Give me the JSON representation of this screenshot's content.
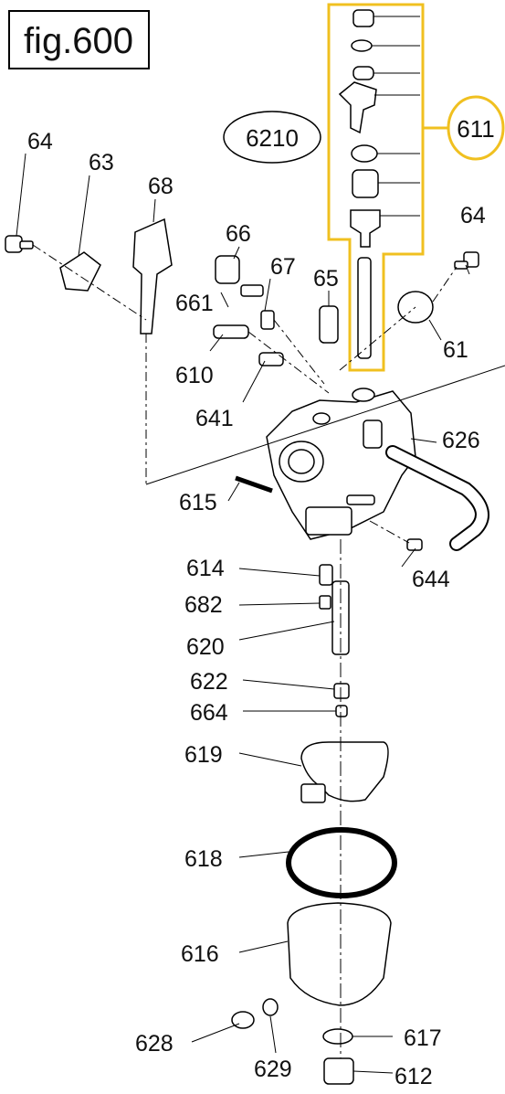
{
  "figure": {
    "label": "fig.600"
  },
  "assembly": {
    "number": "6210",
    "subassembly": "611"
  },
  "highlight_color": "#f0c020",
  "parts": {
    "p64a": "64",
    "p63": "63",
    "p68": "68",
    "p66": "66",
    "p67": "67",
    "p661": "661",
    "p65": "65",
    "p64b": "64",
    "p61": "61",
    "p610": "610",
    "p641": "641",
    "p626": "626",
    "p615": "615",
    "p614": "614",
    "p644": "644",
    "p682": "682",
    "p620": "620",
    "p622": "622",
    "p664": "664",
    "p619": "619",
    "p618": "618",
    "p616": "616",
    "p628": "628",
    "p617": "617",
    "p629": "629",
    "p612": "612"
  }
}
